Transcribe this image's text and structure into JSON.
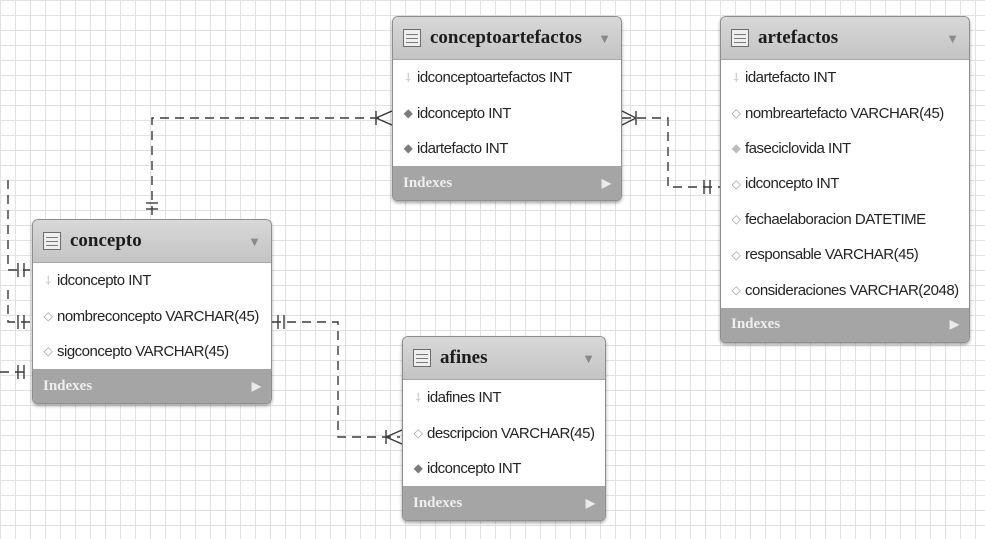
{
  "tables": {
    "conceptoartefactos": {
      "title": "conceptoartefactos",
      "columns": [
        {
          "label": "idconceptoartefactos INT",
          "icon": "key-icon"
        },
        {
          "label": "idconcepto INT",
          "icon": "foreign-key-icon"
        },
        {
          "label": "idartefacto INT",
          "icon": "foreign-key-icon"
        }
      ],
      "indexes_label": "Indexes"
    },
    "artefactos": {
      "title": "artefactos",
      "columns": [
        {
          "label": "idartefacto INT",
          "icon": "key-icon"
        },
        {
          "label": "nombreartefacto VARCHAR(45)",
          "icon": "attribute-icon"
        },
        {
          "label": "faseciclovida INT",
          "icon": "foreign-key-icon"
        },
        {
          "label": "idconcepto INT",
          "icon": "attribute-icon"
        },
        {
          "label": "fechaelaboracion DATETIME",
          "icon": "attribute-icon"
        },
        {
          "label": "responsable VARCHAR(45)",
          "icon": "attribute-icon"
        },
        {
          "label": "consideraciones VARCHAR(2048)",
          "icon": "attribute-icon"
        }
      ],
      "indexes_label": "Indexes"
    },
    "concepto": {
      "title": "concepto",
      "columns": [
        {
          "label": "idconcepto INT",
          "icon": "key-icon"
        },
        {
          "label": "nombreconcepto VARCHAR(45)",
          "icon": "attribute-icon"
        },
        {
          "label": "sigconcepto VARCHAR(45)",
          "icon": "attribute-icon"
        }
      ],
      "indexes_label": "Indexes"
    },
    "afines": {
      "title": "afines",
      "columns": [
        {
          "label": "idafines INT",
          "icon": "key-icon"
        },
        {
          "label": "descripcion VARCHAR(45)",
          "icon": "attribute-icon"
        },
        {
          "label": "idconcepto INT",
          "icon": "foreign-key-icon"
        }
      ],
      "indexes_label": "Indexes"
    }
  },
  "relationships": [
    {
      "from": "concepto",
      "to": "conceptoartefactos",
      "notation": "one-to-many"
    },
    {
      "from": "artefactos",
      "to": "conceptoartefactos",
      "notation": "one-to-many"
    },
    {
      "from": "concepto",
      "to": "afines",
      "notation": "one-to-many"
    },
    {
      "from": "concepto",
      "to": "offscreen",
      "notation": "one"
    }
  ],
  "icons": {
    "key": "†",
    "attribute": "◇",
    "foreign_key": "◆",
    "table": "table-icon",
    "menu": "▼",
    "expand": "▶"
  }
}
